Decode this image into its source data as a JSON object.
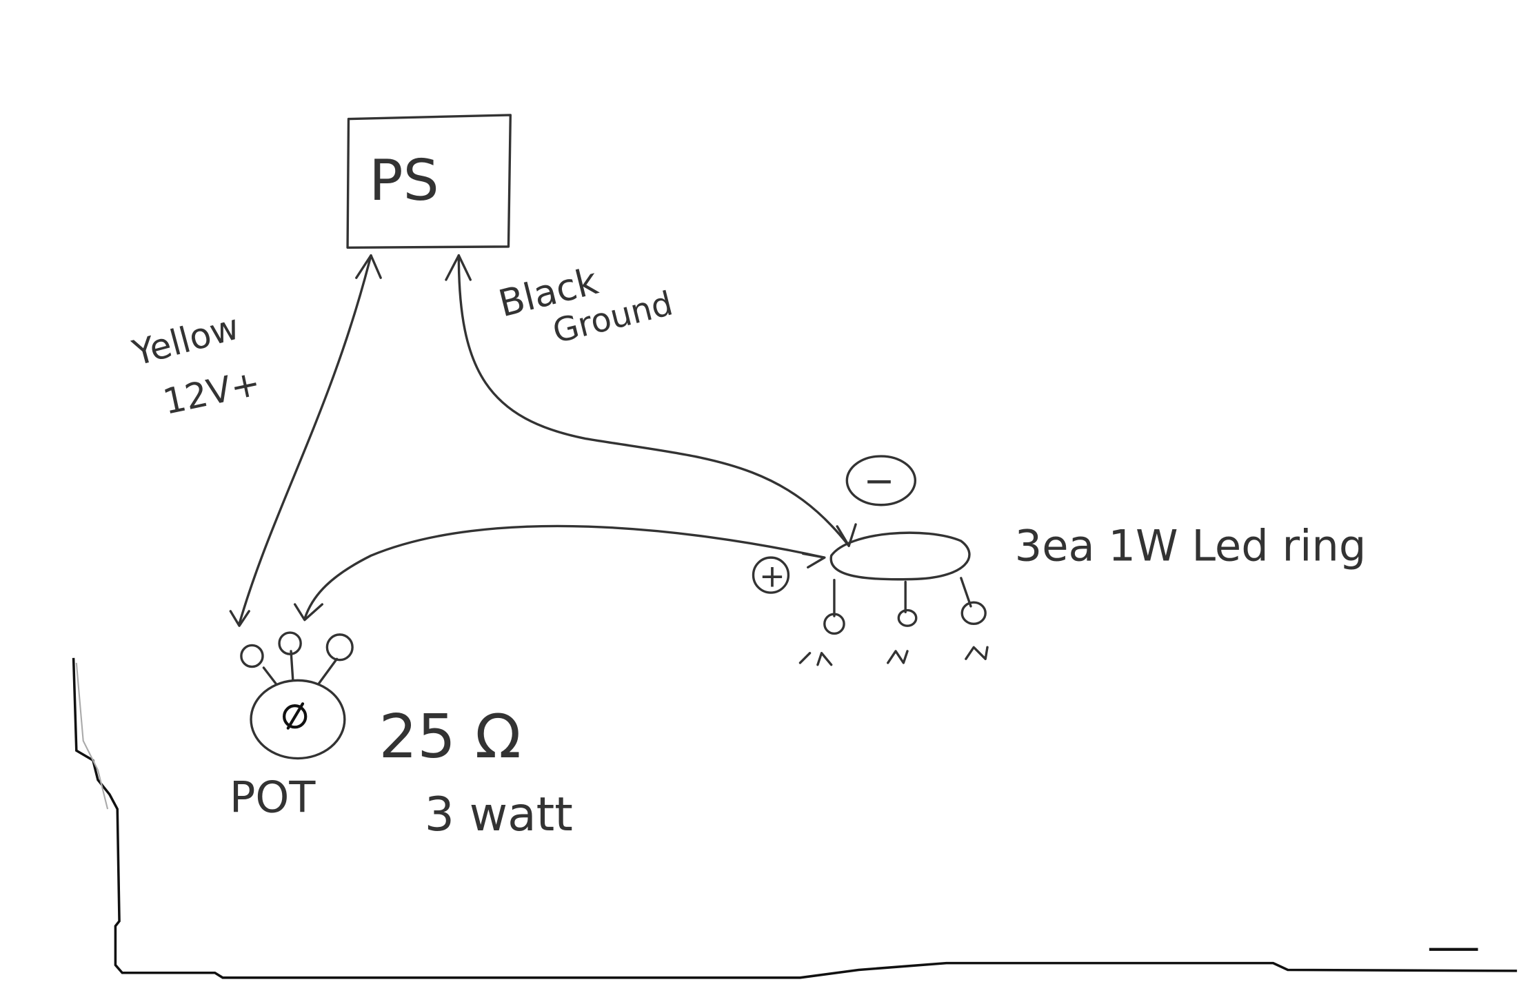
{
  "diagram": {
    "power_supply": {
      "label": "PS"
    },
    "wire_positive": {
      "line1": "Yellow",
      "line2": "12V+"
    },
    "wire_ground": {
      "line1": "Black",
      "line2": "Ground"
    },
    "led": {
      "label": "3ea 1W Led ring",
      "plus": "+",
      "minus": "−"
    },
    "pot": {
      "label": "POT",
      "value": "25 Ω",
      "rating": "3 watt"
    }
  },
  "colors": {
    "ink": "#333333",
    "background": "#ffffff"
  }
}
